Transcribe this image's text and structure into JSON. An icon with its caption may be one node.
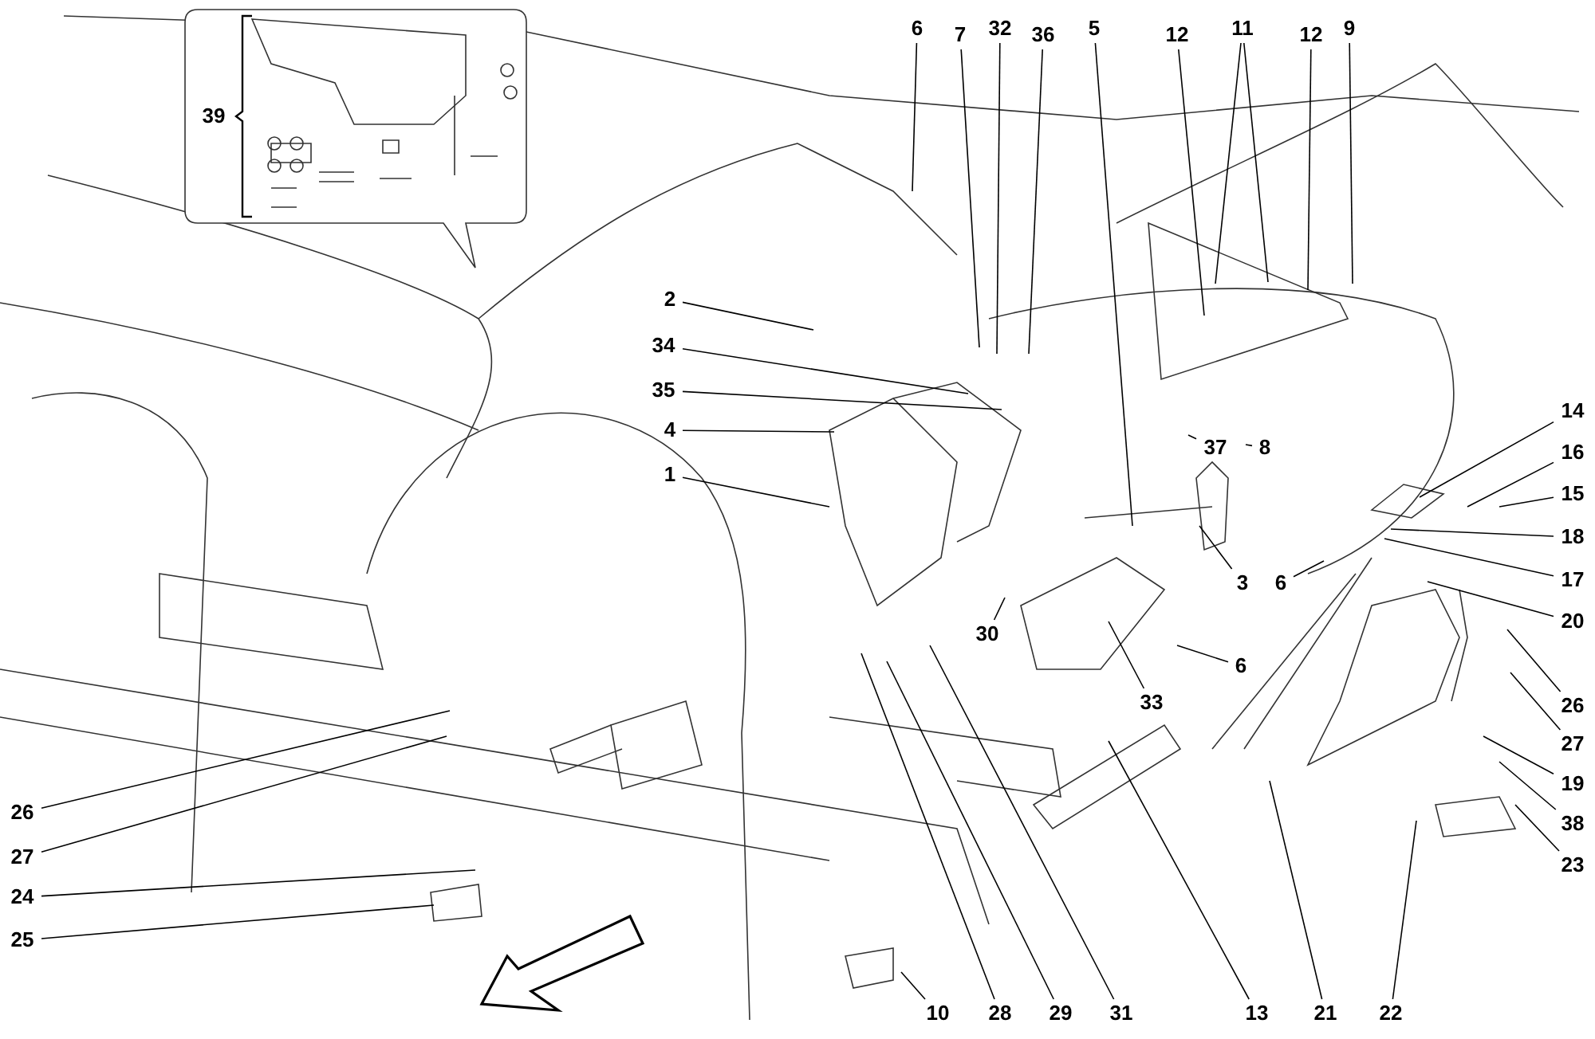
{
  "diagram": {
    "nodes": [
      {
        "text": [
          "6"
        ]
      },
      {
        "text": [
          "7"
        ]
      },
      {
        "text": [
          "32"
        ]
      },
      {
        "text": [
          "36"
        ]
      },
      {
        "text": [
          "5"
        ]
      },
      {
        "text": [
          "12"
        ]
      },
      {
        "text": [
          "11"
        ]
      },
      {
        "text": [
          "12"
        ]
      },
      {
        "text": [
          "9"
        ]
      },
      {
        "text": [
          "2"
        ]
      },
      {
        "text": [
          "34"
        ]
      },
      {
        "text": [
          "35"
        ]
      },
      {
        "text": [
          "4"
        ]
      },
      {
        "text": [
          "1"
        ]
      },
      {
        "text": [
          "37"
        ]
      },
      {
        "text": [
          "8"
        ]
      },
      {
        "text": [
          "14"
        ]
      },
      {
        "text": [
          "16"
        ]
      },
      {
        "text": [
          "15"
        ]
      },
      {
        "text": [
          "18"
        ]
      },
      {
        "text": [
          "17"
        ]
      },
      {
        "text": [
          "6"
        ]
      },
      {
        "text": [
          "3"
        ]
      },
      {
        "text": [
          "20"
        ]
      },
      {
        "text": [
          "6"
        ]
      },
      {
        "text": [
          "30"
        ]
      },
      {
        "text": [
          "33"
        ]
      },
      {
        "text": [
          "26"
        ]
      },
      {
        "text": [
          "27"
        ]
      },
      {
        "text": [
          "19"
        ]
      },
      {
        "text": [
          "38"
        ]
      },
      {
        "text": [
          "23"
        ]
      },
      {
        "text": [
          "26"
        ]
      },
      {
        "text": [
          "27"
        ]
      },
      {
        "text": [
          "24"
        ]
      },
      {
        "text": [
          "25"
        ]
      },
      {
        "text": [
          "10"
        ]
      },
      {
        "text": [
          "28"
        ]
      },
      {
        "text": [
          "29"
        ]
      },
      {
        "text": [
          "31"
        ]
      },
      {
        "text": [
          "13"
        ]
      },
      {
        "text": [
          "21"
        ]
      },
      {
        "text": [
          "22"
        ]
      }
    ],
    "edges": [
      {
        "from": 0,
        "to": null,
        "arrow": "none"
      },
      {
        "from": 1,
        "to": null,
        "arrow": "none"
      },
      {
        "from": 2,
        "to": null,
        "arrow": "none"
      },
      {
        "from": 3,
        "to": null,
        "arrow": "none"
      },
      {
        "from": 4,
        "to": null,
        "arrow": "none"
      },
      {
        "from": 5,
        "to": null,
        "arrow": "none"
      },
      {
        "from": 6,
        "to": null,
        "arrow": "none"
      },
      {
        "from": 6,
        "to": null,
        "arrow": "none"
      },
      {
        "from": 7,
        "to": null,
        "arrow": "none"
      },
      {
        "from": 8,
        "to": null,
        "arrow": "none"
      },
      {
        "from": 9,
        "to": null,
        "arrow": "none"
      },
      {
        "from": 10,
        "to": null,
        "arrow": "none"
      },
      {
        "from": 11,
        "to": null,
        "arrow": "none"
      },
      {
        "from": 12,
        "to": null,
        "arrow": "none"
      },
      {
        "from": 13,
        "to": null,
        "arrow": "none"
      },
      {
        "from": 14,
        "to": null,
        "arrow": "none"
      },
      {
        "from": 15,
        "to": null,
        "arrow": "none"
      },
      {
        "from": 16,
        "to": null,
        "arrow": "none"
      },
      {
        "from": 17,
        "to": null,
        "arrow": "none"
      },
      {
        "from": 18,
        "to": null,
        "arrow": "none"
      },
      {
        "from": 19,
        "to": null,
        "arrow": "none"
      },
      {
        "from": 20,
        "to": null,
        "arrow": "none"
      },
      {
        "from": 21,
        "to": null,
        "arrow": "none"
      },
      {
        "from": 22,
        "to": null,
        "arrow": "none"
      },
      {
        "from": 23,
        "to": null,
        "arrow": "none"
      },
      {
        "from": 24,
        "to": null,
        "arrow": "none"
      },
      {
        "from": 25,
        "to": null,
        "arrow": "none"
      },
      {
        "from": 26,
        "to": null,
        "arrow": "none"
      },
      {
        "from": 27,
        "to": null,
        "arrow": "none"
      },
      {
        "from": 28,
        "to": null,
        "arrow": "none"
      },
      {
        "from": 29,
        "to": null,
        "arrow": "none"
      },
      {
        "from": 30,
        "to": null,
        "arrow": "none"
      },
      {
        "from": 31,
        "to": null,
        "arrow": "none"
      },
      {
        "from": 32,
        "to": null,
        "arrow": "none"
      },
      {
        "from": 33,
        "to": null,
        "arrow": "none"
      },
      {
        "from": 34,
        "to": null,
        "arrow": "none"
      },
      {
        "from": 35,
        "to": null,
        "arrow": "none"
      },
      {
        "from": 36,
        "to": null,
        "arrow": "none"
      },
      {
        "from": 37,
        "to": null,
        "arrow": "none"
      },
      {
        "from": 38,
        "to": null,
        "arrow": "none"
      },
      {
        "from": 39,
        "to": null,
        "arrow": "none"
      },
      {
        "from": 40,
        "to": null,
        "arrow": "none"
      },
      {
        "from": 41,
        "to": null,
        "arrow": "none"
      },
      {
        "from": 42,
        "to": null,
        "arrow": "none"
      }
    ],
    "labels": [
      "39"
    ]
  }
}
